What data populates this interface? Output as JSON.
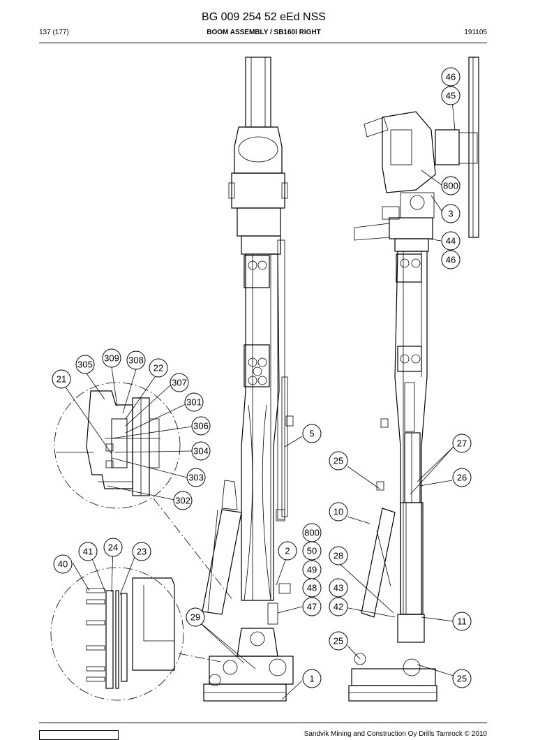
{
  "header": {
    "title": "BG 009 254 52 eEd NSS",
    "page": "137 (177)",
    "section": "BOOM ASSEMBLY / SB160I RIGHT",
    "code": "191105"
  },
  "footer": {
    "text": "Sandvik Mining and Construction Oy Drills Tamrock © 2010"
  },
  "callouts": {
    "c46a": "46",
    "c45": "45",
    "c800a": "800",
    "c3": "3",
    "c44": "44",
    "c46b": "46",
    "c309": "309",
    "c308": "308",
    "c305": "305",
    "c22": "22",
    "c21": "21",
    "c307": "307",
    "c301": "301",
    "c306": "306",
    "c304": "304",
    "c303": "303",
    "c302": "302",
    "c5": "5",
    "c27": "27",
    "c25a": "25",
    "c26": "26",
    "c10": "10",
    "c800b": "800",
    "c41": "41",
    "c24": "24",
    "c23": "23",
    "c40": "40",
    "c2": "2",
    "c50": "50",
    "c49": "49",
    "c28": "28",
    "c48": "48",
    "c43": "43",
    "c47": "47",
    "c42": "42",
    "c29": "29",
    "c11": "11",
    "c25b": "25",
    "c1": "1",
    "c25c": "25"
  }
}
